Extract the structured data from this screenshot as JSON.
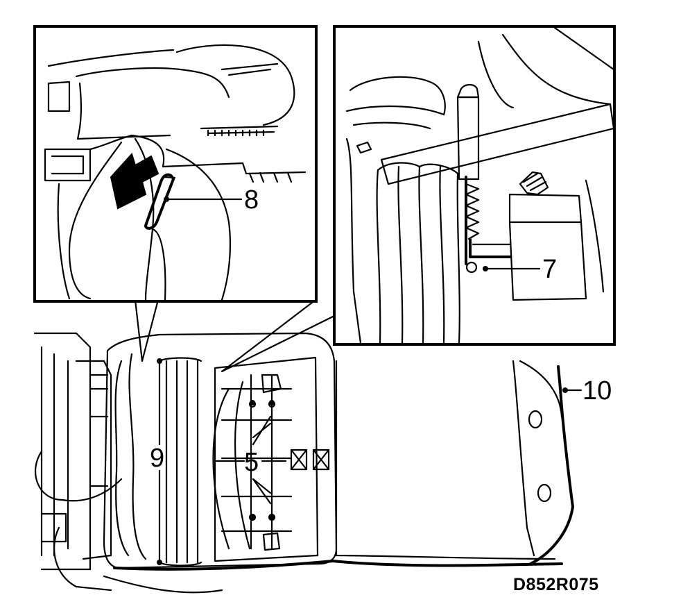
{
  "callouts": {
    "part_8": "8",
    "part_7": "7",
    "part_10": "10",
    "part_9": "9",
    "part_5": "5"
  },
  "drawing_code": "D852R075",
  "colors": {
    "ink": "#000000",
    "paper": "#ffffff"
  }
}
